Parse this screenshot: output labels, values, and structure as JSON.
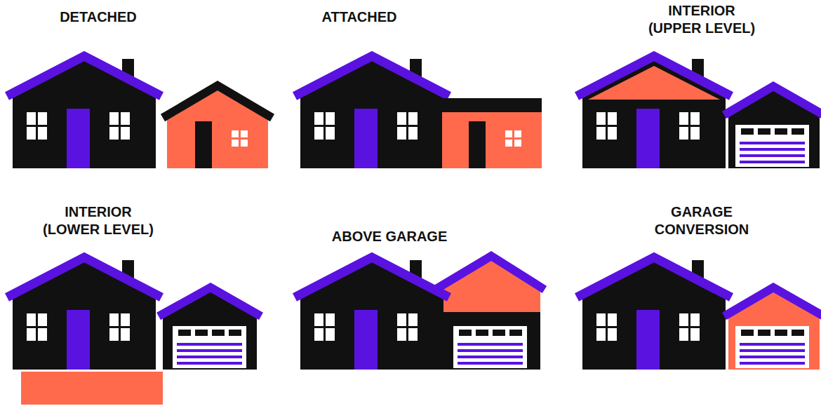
{
  "diagram": {
    "labels": [
      "DETACHED",
      "ATTACHED",
      "INTERIOR (UPPER LEVEL)",
      "INTERIOR (LOWER LEVEL)",
      "ABOVE GARAGE",
      "GARAGE CONVERSION"
    ]
  }
}
